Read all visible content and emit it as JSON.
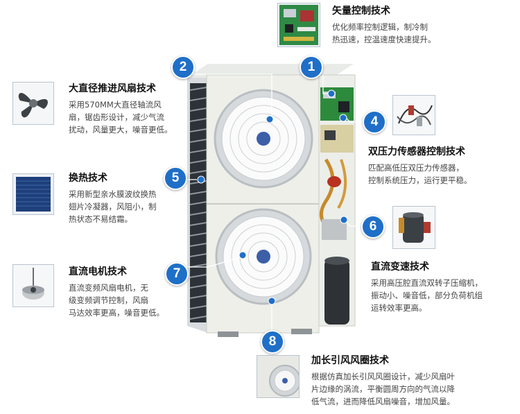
{
  "features": {
    "f1": {
      "title": "矢量控制技术",
      "lines": [
        "优化频率控制逻辑，制冷制",
        "热迅速，控温速度快速提升。"
      ]
    },
    "f2": {
      "title": "大直径推进风扇技术",
      "lines": [
        "采用570MM大直径轴流风",
        "扇，锯齿形设计，减少气流",
        "扰动，风量更大，噪音更低。"
      ]
    },
    "f4": {
      "title": "双压力传感器控制技术",
      "lines": [
        "匹配高低压双压力传感器，",
        "控制系统压力，运行更平稳。"
      ]
    },
    "f5": {
      "title": "换热技术",
      "lines": [
        "采用新型亲水膜波纹换热",
        "翅片冷凝器，风阻小，制",
        "热状态不易结霜。"
      ]
    },
    "f6": {
      "title": "直流变速技术",
      "lines": [
        "采用高压腔直流双转子压缩机，",
        "振动小、噪音低，部分负荷机组",
        "运转效率更高。"
      ]
    },
    "f7": {
      "title": "直流电机技术",
      "lines": [
        "直流变频风扇电机，无",
        "级变频调节控制，风扇",
        "马达效率更高，噪音更低。"
      ]
    },
    "f8": {
      "title": "加长引风风圈技术",
      "lines": [
        "根据仿真加长引风风圈设计，减少风扇叶",
        "片边缘的涡流，平衡圆周方向的气流以降",
        "低气流，进而降低风扇噪音，增加风量。"
      ]
    }
  },
  "badges": {
    "b1": "1",
    "b2": "2",
    "b4": "4",
    "b5": "5",
    "b6": "6",
    "b7": "7",
    "b8": "8"
  },
  "colors": {
    "accent": "#1f6fc8",
    "text": "#111111",
    "desc": "#444444"
  }
}
